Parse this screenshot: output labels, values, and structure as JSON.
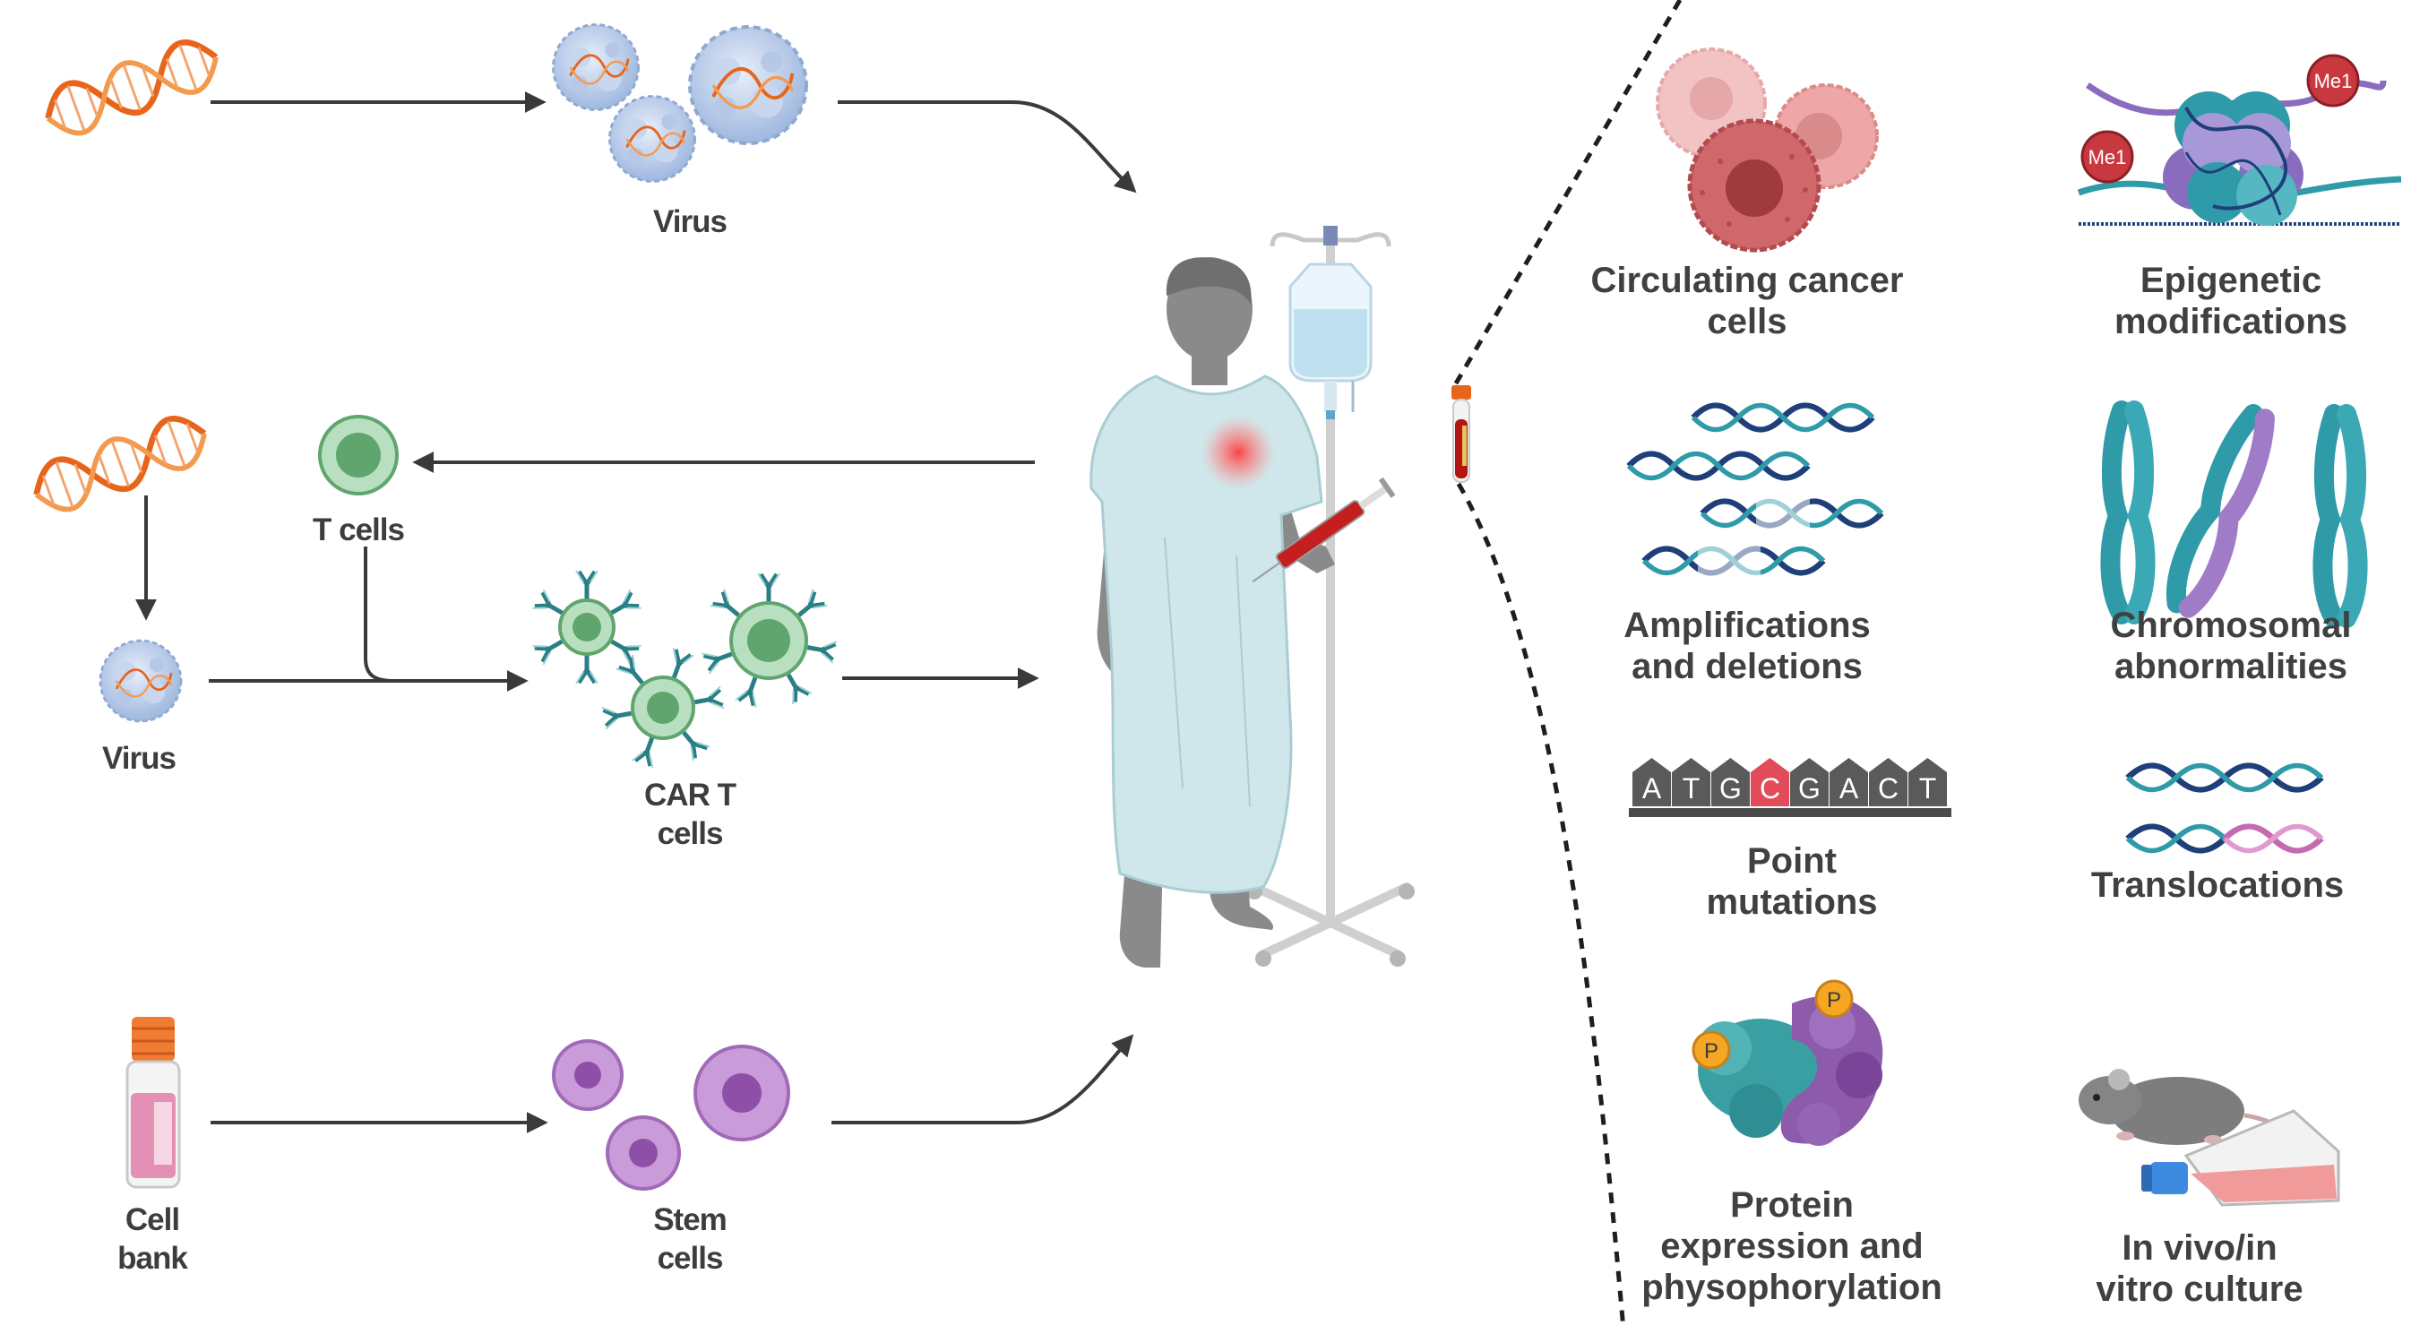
{
  "left_labels": {
    "virus_top": "Virus",
    "t_cells": "T cells",
    "virus_mid": "Virus",
    "car_t": [
      "CAR T",
      "cells"
    ],
    "cell_bank": [
      "Cell",
      "bank"
    ],
    "stem_cells": [
      "Stem",
      "cells"
    ]
  },
  "right_labels": {
    "circulating": [
      "Circulating cancer",
      "cells"
    ],
    "epigenetic": [
      "Epigenetic",
      "modifications"
    ],
    "amplifications": [
      "Amplifications",
      "and deletions"
    ],
    "chromosomal": [
      "Chromosomal",
      "abnormalities"
    ],
    "point": [
      "Point",
      "mutations"
    ],
    "translocations": "Translocations",
    "protein": [
      "Protein",
      "expression and",
      "physophorylation"
    ],
    "invivo": [
      "In vivo/in",
      "vitro culture"
    ]
  },
  "markers": {
    "methyl": "Me1",
    "phospho": "P"
  },
  "sequence": [
    "A",
    "T",
    "G",
    "C",
    "G",
    "A",
    "C",
    "T"
  ],
  "colors": {
    "dna_orange": "#e8641b",
    "virus_blue": "#a9c1e3",
    "tcell_green": "#7fbf8a",
    "stem_purple": "#b07cc6",
    "teal": "#2f9aa8",
    "dna_navy": "#1f3f7a",
    "cancer_red": "#d0686b",
    "arrow_gray": "#3a3a3a",
    "gown_blue": "#cfe6ea"
  }
}
